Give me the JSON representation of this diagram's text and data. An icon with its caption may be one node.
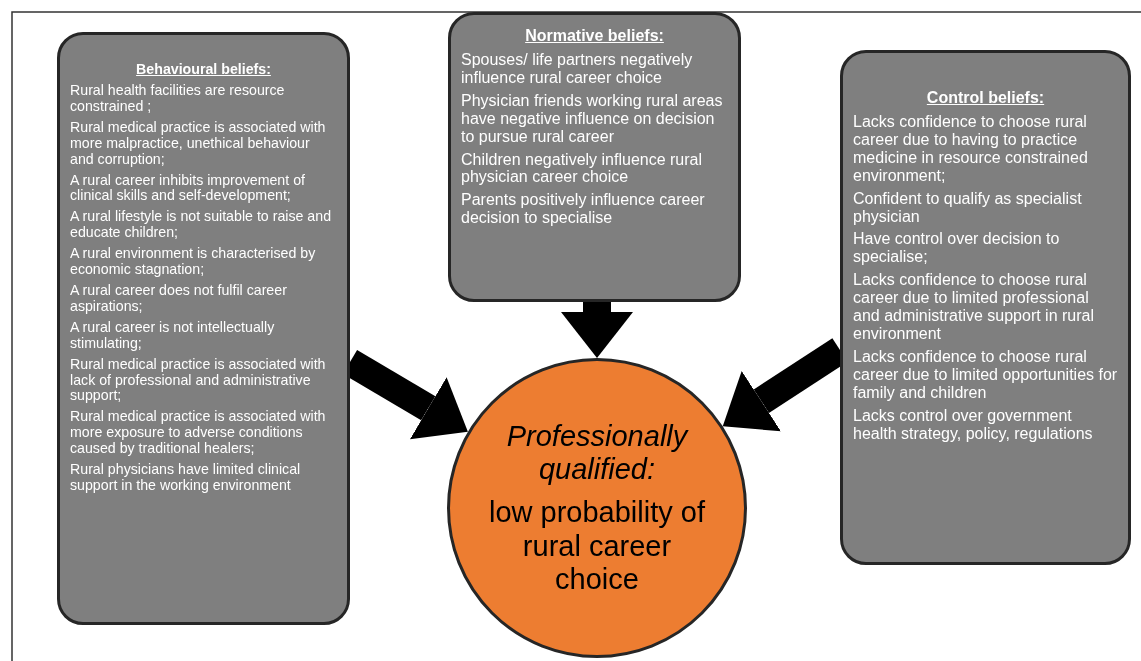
{
  "diagram": {
    "nodes": [
      {
        "text": [
          "Behavioural beliefs:",
          "Rural health facilities are resource constrained ;",
          "Rural medical practice is associated with more malpractice, unethical behaviour and corruption;",
          "A rural career inhibits improvement of clinical skills and self-development;",
          "A rural lifestyle is not suitable to raise and educate children;",
          "A rural environment is characterised by economic stagnation;",
          "A rural career does not fulfil career aspirations;",
          "A rural career is not intellectually stimulating;",
          "Rural medical practice is associated with lack of professional and administrative support;",
          "Rural medical practice is associated with more exposure to adverse conditions caused by traditional healers;",
          "Rural physicians have limited clinical support in the working environment"
        ]
      },
      {
        "text": [
          "Normative beliefs:",
          "Spouses/ life partners negatively influence rural career choice",
          "Physician friends working rural areas have negative influence on decision to pursue rural career",
          "Children negatively influence rural physician career choice",
          "Parents positively influence career decision to specialise"
        ]
      },
      {
        "text": [
          "Control beliefs:",
          "Lacks confidence to choose rural career due to having to practice medicine in resource constrained environment;",
          "Confident to qualify as specialist physician",
          "Have control over decision to specialise;",
          "Lacks confidence to choose rural career due to limited professional and administrative support in rural environment",
          "Lacks confidence to choose rural career due to limited opportunities for family and children",
          "Lacks control over government health strategy, policy, regulations"
        ]
      },
      {
        "text": [
          "Professionally qualified:",
          "low probability of rural career choice"
        ]
      }
    ],
    "edges": [
      {
        "from": 0,
        "to": 3,
        "arrow": "to"
      },
      {
        "from": 1,
        "to": 3,
        "arrow": "to"
      },
      {
        "from": 2,
        "to": 3,
        "arrow": "to"
      }
    ]
  }
}
